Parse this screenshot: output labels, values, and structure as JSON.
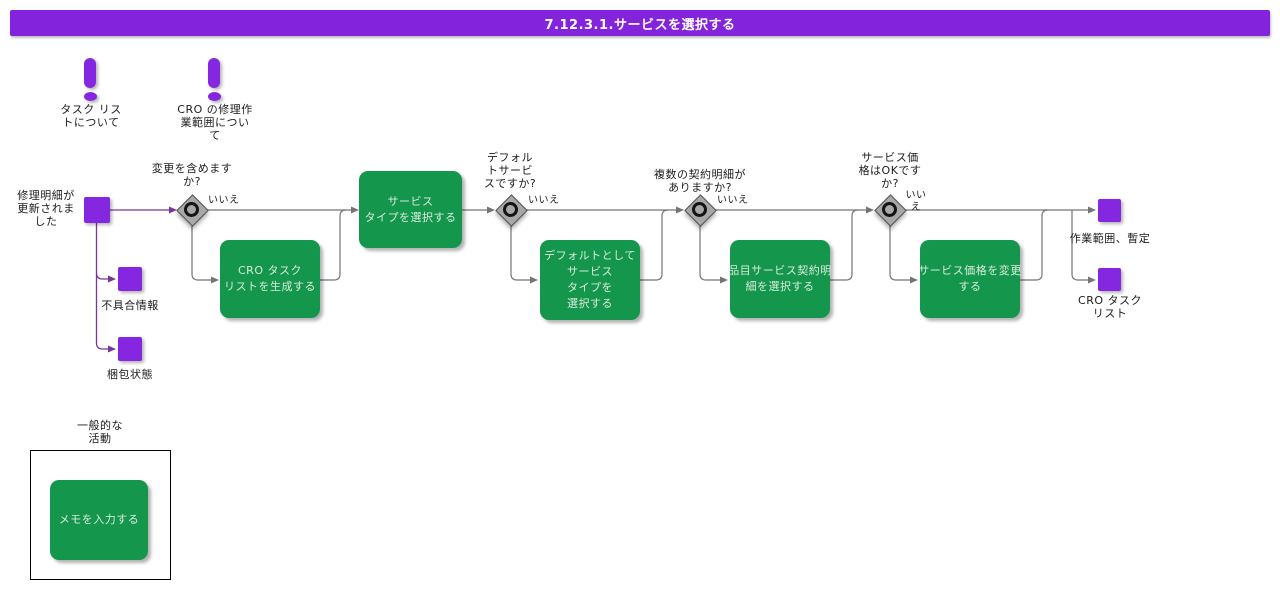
{
  "title": "7.12.3.1.サービスを選択する",
  "colors": {
    "title_bar": "#8323DC",
    "accent_purple": "#8527E0",
    "task_green": "#15964D",
    "connector_gray": "#757575",
    "connector_purple": "#7C3699"
  },
  "notes": {
    "task_list": "タスク リス\nトについて",
    "cro_scope": "CRO の修理作\n業範囲につい\nて"
  },
  "start_event": {
    "label": "修理明細が\n更新されま\nした"
  },
  "signals": {
    "defect": {
      "label": "不具合情報"
    },
    "packing": {
      "label": "梱包状態"
    }
  },
  "gateways": {
    "include_changes": {
      "question": "変更を含めます\nか?",
      "no_label": "いいえ"
    },
    "default_service": {
      "question": "デフォル\nトサービ\nスですか?",
      "no_label": "いいえ"
    },
    "multiple_contract_lines": {
      "question": "複数の契約明細が\nありますか?",
      "no_label": "いいえ"
    },
    "service_price_ok": {
      "question": "サービス価\n格はOKです\nか?",
      "no_label": "いい\nえ"
    }
  },
  "tasks": {
    "generate_cro_task_list": {
      "label": "CRO タスク\nリストを生成する"
    },
    "select_service_type": {
      "label": "サービス\nタイプを選択する"
    },
    "select_default_service_type": {
      "label": "デフォルトとして\nサービス\nタイプを\n選択する"
    },
    "select_item_service_contract_line": {
      "label": "品目サービス契約明\n細を選択する"
    },
    "change_service_price": {
      "label": "サービス価格を変更\nする"
    }
  },
  "end_events": {
    "work_scope_provisional": {
      "label": "作業範囲、暫定"
    },
    "cro_task_list": {
      "label": "CRO タスク\nリスト"
    }
  },
  "legend": {
    "title": "一般的な\n活動",
    "note_task": {
      "label": "メモを入力する"
    }
  }
}
